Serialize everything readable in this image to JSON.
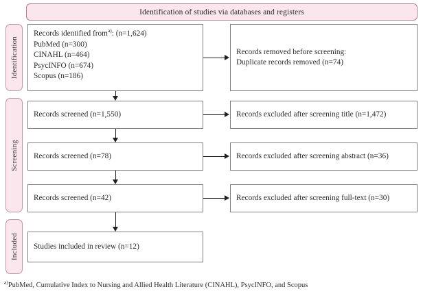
{
  "header": {
    "title": "Identification of studies via databases and registers"
  },
  "stages": [
    {
      "key": "identification",
      "label": "Identification"
    },
    {
      "key": "screening",
      "label": "Screening"
    },
    {
      "key": "included",
      "label": "Included"
    }
  ],
  "boxes": {
    "identified": {
      "lines": [
        "Records identified from",
        ": (n=1,624)",
        "PubMed (n=300)",
        "CINAHL (n=464)",
        "PsycINFO (n=674)",
        "Scopus (n=186)"
      ],
      "line1_prefix": "Records identified from",
      "line1_superscript": "a)",
      "line1_suffix": ": (n=1,624)",
      "line2": "PubMed (n=300)",
      "line3": "CINAHL (n=464)",
      "line4": "PsycINFO (n=674)",
      "line5": "Scopus (n=186)"
    },
    "removed": {
      "line1": "Records removed before screening:",
      "line2": "Duplicate records removed (n=74)"
    },
    "screened1": {
      "text": "Records screened (n=1,550)"
    },
    "excluded1": {
      "text": "Records excluded after screening title (n=1,472)"
    },
    "screened2": {
      "text": "Records screened (n=78)"
    },
    "excluded2": {
      "text": "Records excluded after screening abstract (n=36)"
    },
    "screened3": {
      "text": "Records screened (n=42)"
    },
    "excluded3": {
      "text": "Records excluded after screening full-text (n=30)"
    },
    "included": {
      "text": "Studies included in review (n=12)"
    }
  },
  "footnote": {
    "marker": "a)",
    "text": "PubMed, Cumulative Index to Nursing and Allied Health Literature (CINAHL), PsycINFO, and Scopus"
  },
  "colors": {
    "banner_fill": "#fbe6ee",
    "banner_border": "#b07d93",
    "tab_fill": "#fbe6ee",
    "tab_border": "#c193a6",
    "box_border": "#7d7d7d",
    "connector": "#1f1f1f",
    "text": "#2b2b2b",
    "page_background": "#ffffff"
  }
}
